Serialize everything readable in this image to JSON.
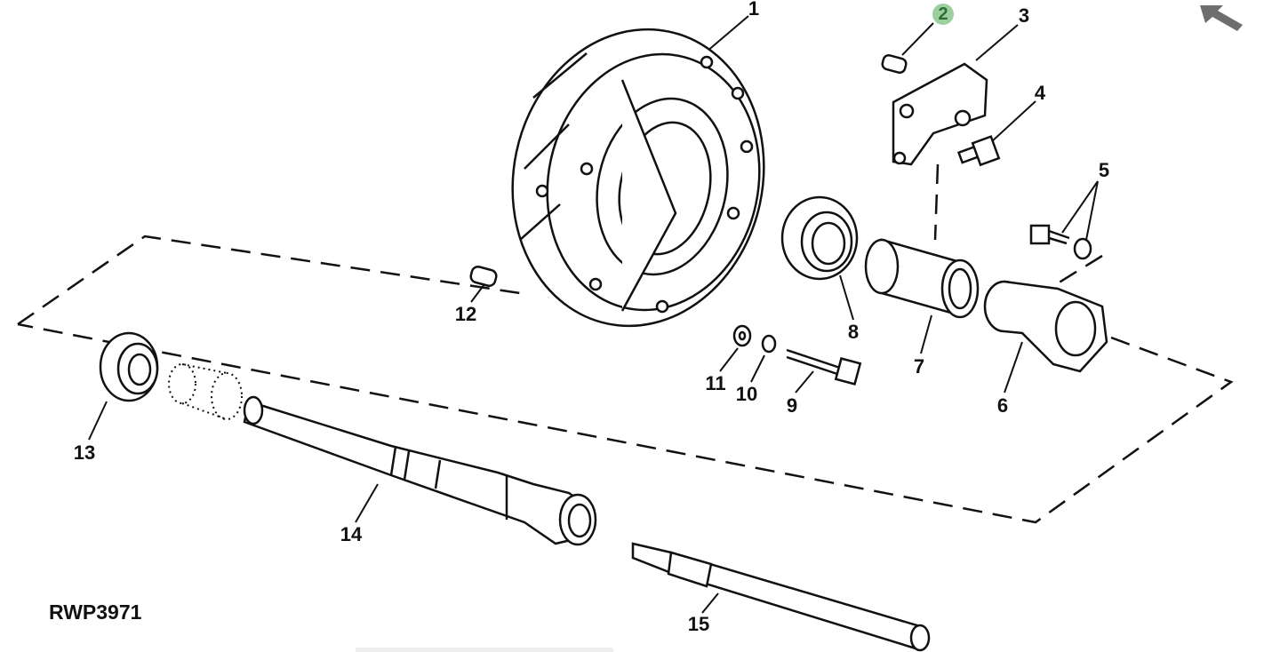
{
  "figure_id": "RWP3971",
  "selected_callout": "2",
  "highlight_color": "#9ccf9e",
  "back_icon": "arrow-up-left-icon",
  "callouts": [
    "1",
    "2",
    "3",
    "4",
    "5",
    "6",
    "7",
    "8",
    "9",
    "10",
    "11",
    "12",
    "13",
    "14",
    "15"
  ]
}
